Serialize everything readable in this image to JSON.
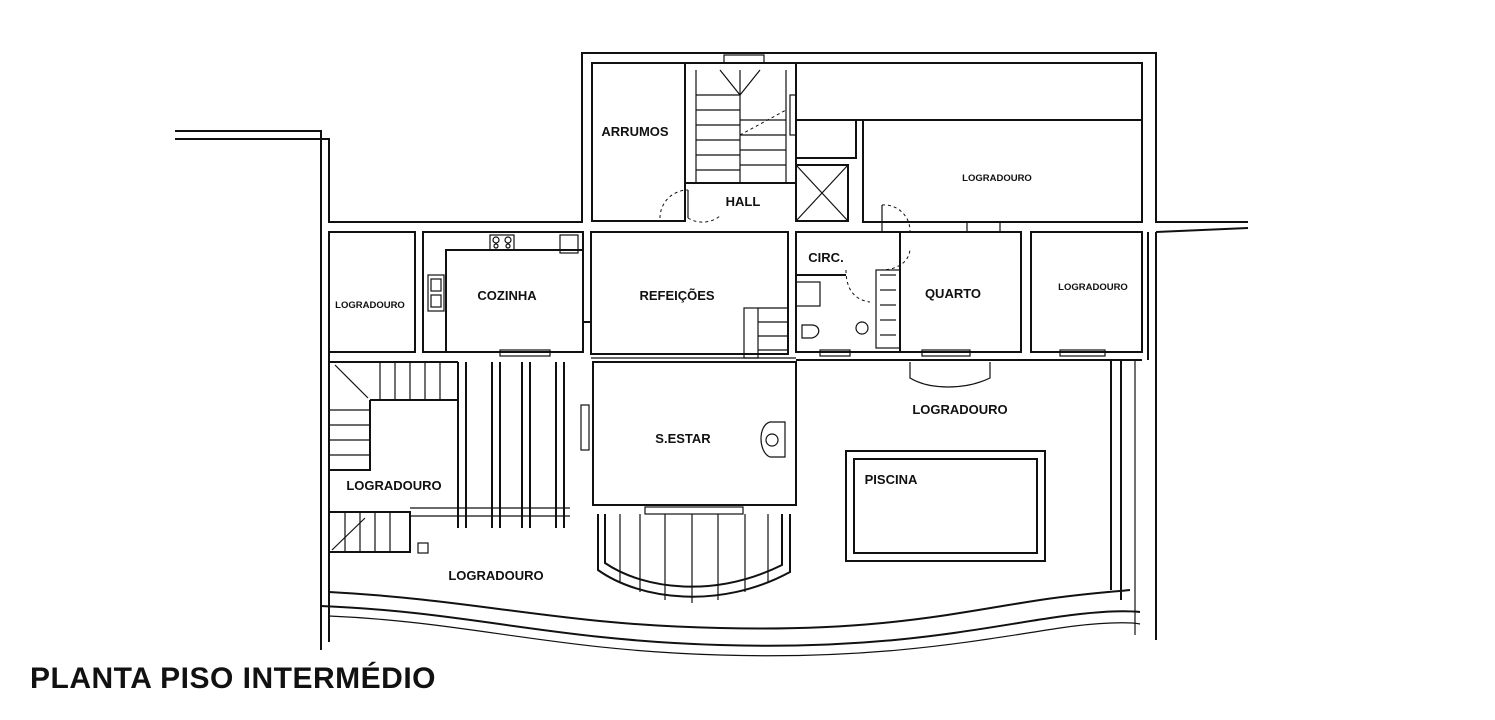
{
  "title": "PLANTA PISO INTERMÉDIO",
  "rooms": {
    "arrumos": "ARRUMOS",
    "hall": "HALL",
    "logradouro_top": "LOGRADOURO",
    "circ": "CIRC.",
    "cozinha": "COZINHA",
    "refeicoes": "REFEIÇÕES",
    "quarto": "QUARTO",
    "logradouro_right": "LOGRADOURO",
    "logradouro_left": "LOGRADOURO",
    "logradouro_pool": "LOGRADOURO",
    "s_estar": "S.ESTAR",
    "piscina": "PISCINA",
    "logradouro_west": "LOGRADOURO",
    "logradouro_south": "LOGRADOURO"
  }
}
